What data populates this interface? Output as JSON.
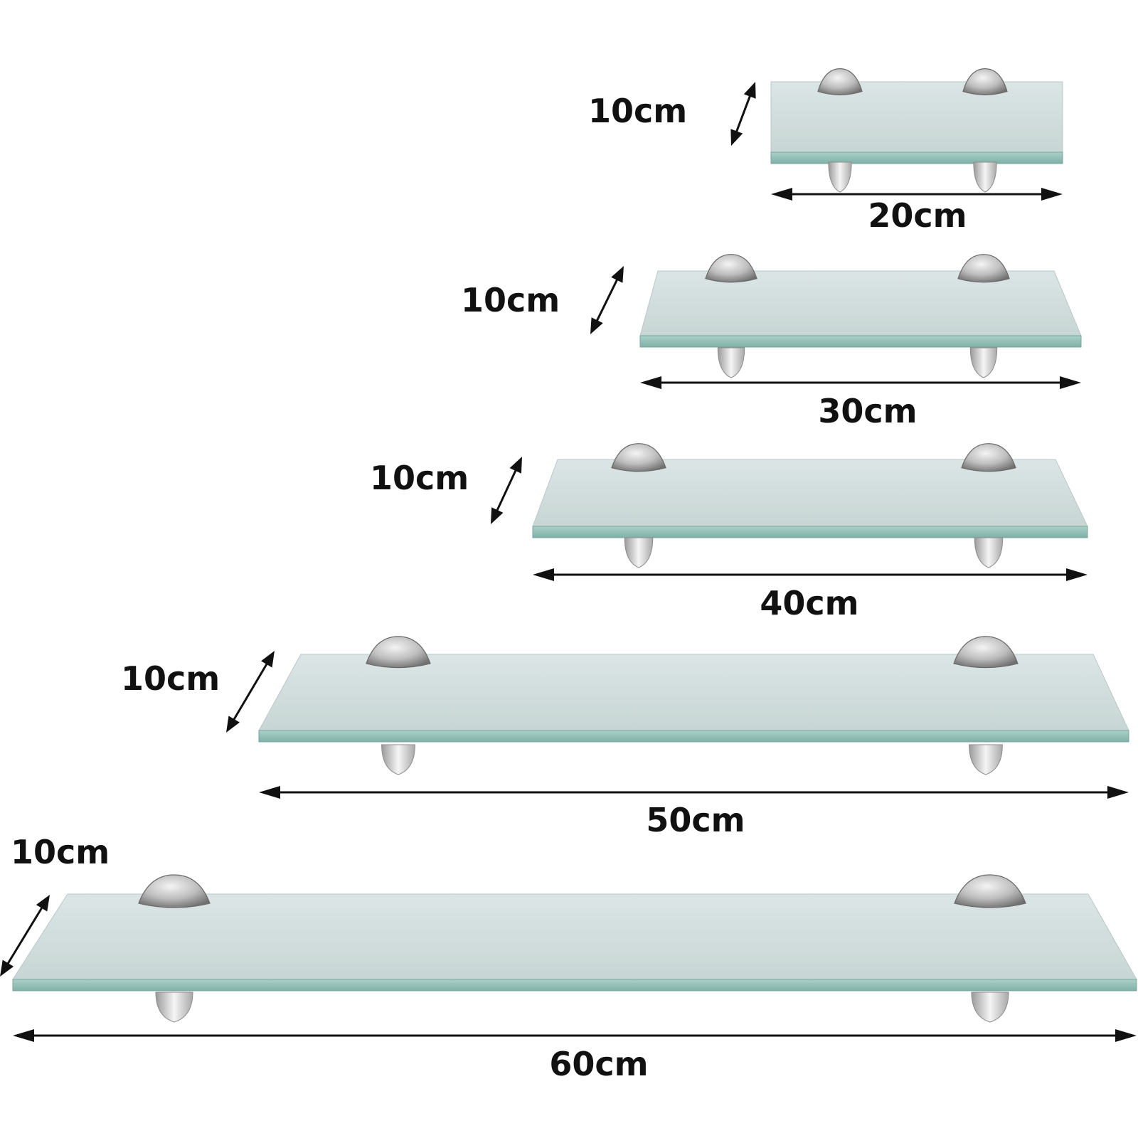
{
  "shelves": [
    {
      "id": "shelf-20",
      "depth_label": "10cm",
      "width_label": "20cm"
    },
    {
      "id": "shelf-30",
      "depth_label": "10cm",
      "width_label": "30cm"
    },
    {
      "id": "shelf-40",
      "depth_label": "10cm",
      "width_label": "40cm"
    },
    {
      "id": "shelf-50",
      "depth_label": "10cm",
      "width_label": "50cm"
    },
    {
      "id": "shelf-60",
      "depth_label": "10cm",
      "width_label": "60cm"
    }
  ],
  "colors": {
    "glass_top": "#cfdcdb",
    "glass_edge": "#8fbcb4",
    "bracket": "#c4c4c4",
    "text": "#111111"
  },
  "icons": {
    "depth_arrow": "diagonal-double-arrow-icon",
    "width_arrow": "horizontal-double-arrow-icon",
    "bracket": "chrome-bracket-icon"
  }
}
